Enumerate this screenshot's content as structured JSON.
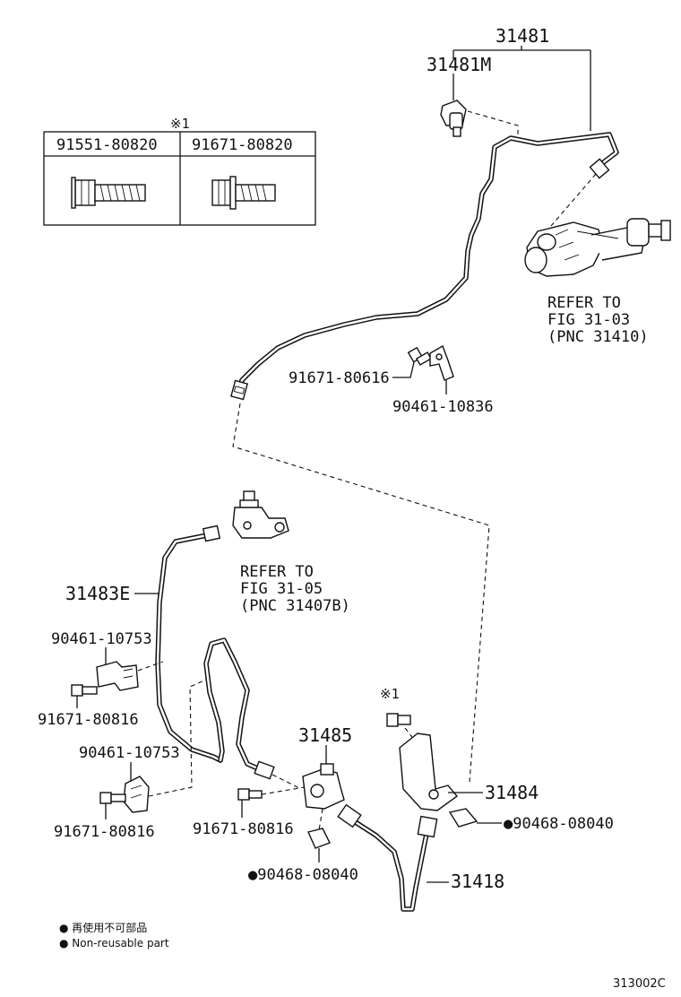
{
  "parts": {
    "p31481": "31481",
    "p31481m": "31481M",
    "p91671_80616": "91671-80616",
    "p90461_10836": "90461-10836",
    "p31483e": "31483E",
    "p90461_10753_a": "90461-10753",
    "p91671_80816_a": "91671-80816",
    "p90461_10753_b": "90461-10753",
    "p91671_80816_b": "91671-80816",
    "p31485": "31485",
    "p91671_80816_c": "91671-80816",
    "p90468_08040_a": "●90468-08040",
    "p31484": "31484",
    "p90468_08040_b": "●90468-08040",
    "p31418": "31418"
  },
  "refs": {
    "ref1": [
      "REFER TO",
      "FIG 31-03",
      "(PNC 31410)"
    ],
    "ref2": [
      "REFER TO",
      "FIG 31-05",
      "(PNC 31407B)"
    ]
  },
  "table": {
    "mark": "※1",
    "col1": "91551-80820",
    "col2": "91671-80820"
  },
  "marks": {
    "mark1": "※1"
  },
  "legend": {
    "line1": "● 再使用不可部品",
    "line2": "● Non-reusable part"
  },
  "figure_code": "313002C"
}
